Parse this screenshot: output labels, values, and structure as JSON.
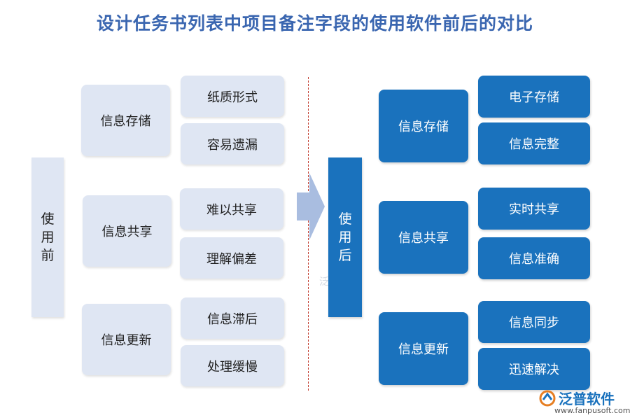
{
  "title": "设计任务书列表中项目备注字段的使用软件前后的对比",
  "before": {
    "label": "使用前",
    "groups": [
      {
        "name": "信息存储",
        "items": [
          "纸质形式",
          "容易遗漏"
        ]
      },
      {
        "name": "信息共享",
        "items": [
          "难以共享",
          "理解偏差"
        ]
      },
      {
        "name": "信息更新",
        "items": [
          "信息滞后",
          "处理缓慢"
        ]
      }
    ]
  },
  "after": {
    "label": "使用后",
    "groups": [
      {
        "name": "信息存储",
        "items": [
          "电子存储",
          "信息完整"
        ]
      },
      {
        "name": "信息共享",
        "items": [
          "实时共享",
          "信息准确"
        ]
      },
      {
        "name": "信息更新",
        "items": [
          "信息同步",
          "迅速解决"
        ]
      }
    ]
  },
  "watermark": {
    "center": "泛普软件",
    "brand": "泛普软件",
    "url": "www.fanpusoft.com"
  },
  "colors": {
    "title": "#3a66b0",
    "dark": "#1a72bd",
    "light": "#dfe6f3",
    "arrow": "#a9bde0",
    "divider": "#c0392b"
  }
}
